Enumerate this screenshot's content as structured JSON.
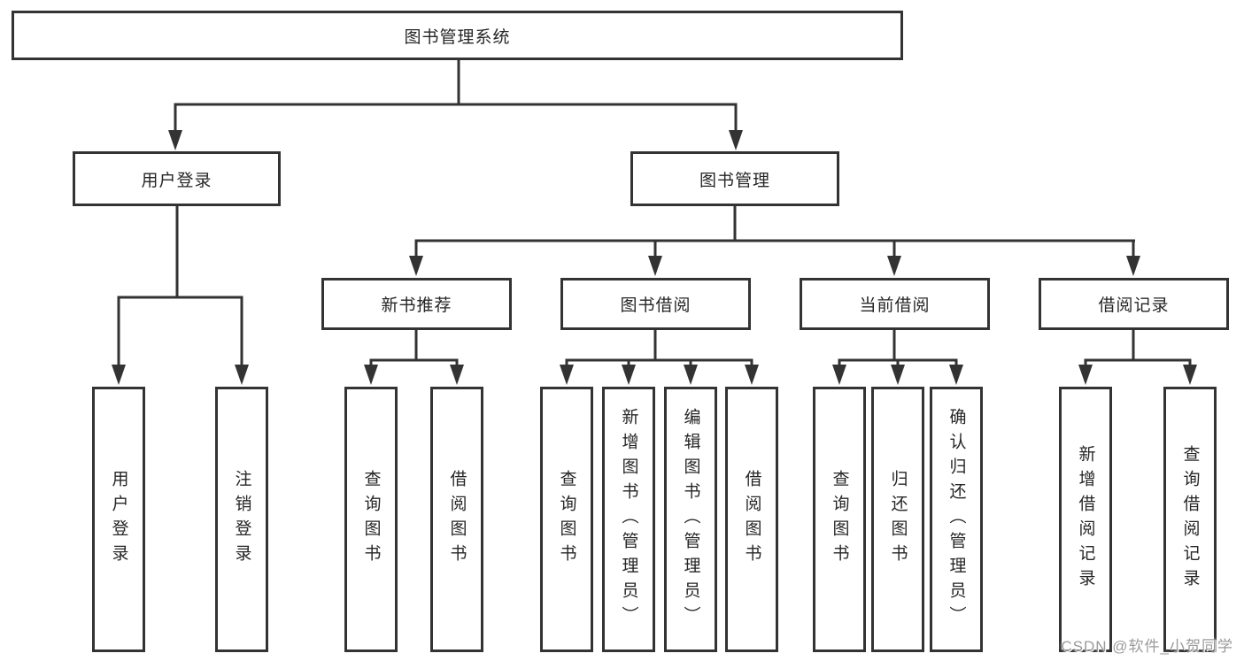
{
  "tree": {
    "root": {
      "label": "图书管理系统"
    },
    "children": [
      {
        "label": "用户登录",
        "children": [
          {
            "label": "用户登录"
          },
          {
            "label": "注销登录"
          }
        ]
      },
      {
        "label": "图书管理",
        "children": [
          {
            "label": "新书推荐",
            "children": [
              {
                "label": "查询图书"
              },
              {
                "label": "借阅图书"
              }
            ]
          },
          {
            "label": "图书借阅",
            "children": [
              {
                "label": "查询图书"
              },
              {
                "label": "新增图书（管理员）"
              },
              {
                "label": "编辑图书（管理员）"
              },
              {
                "label": "借阅图书"
              }
            ]
          },
          {
            "label": "当前借阅",
            "children": [
              {
                "label": "查询图书"
              },
              {
                "label": "归还图书"
              },
              {
                "label": "确认归还（管理员）"
              }
            ]
          },
          {
            "label": "借阅记录",
            "children": [
              {
                "label": "新增借阅记录"
              },
              {
                "label": "查询借阅记录"
              }
            ]
          }
        ]
      }
    ]
  },
  "watermark": {
    "text": "CSDN @软件_小贺同学"
  },
  "colors": {
    "line": "#333333",
    "box_border": "#333333",
    "text": "#262626",
    "watermark": "#9b9b9b",
    "background": "#ffffff"
  }
}
